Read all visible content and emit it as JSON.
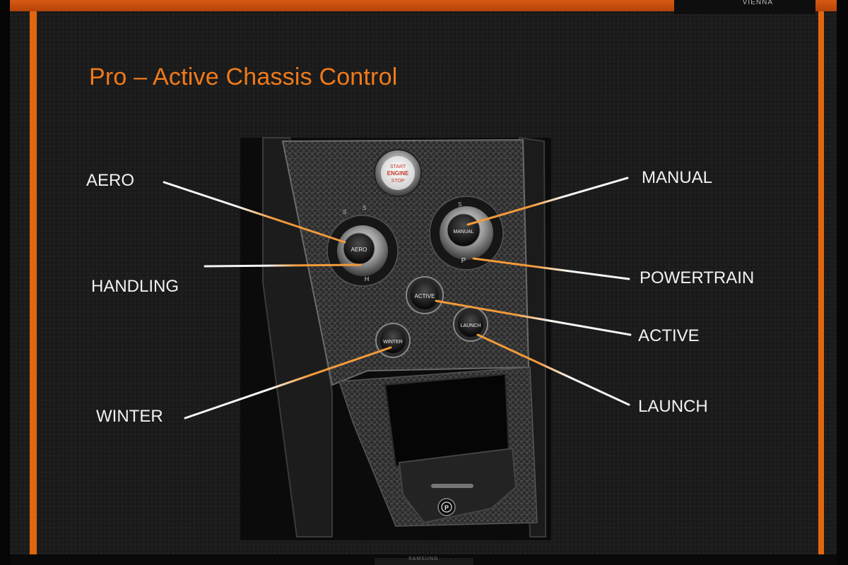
{
  "slide": {
    "title": "Pro – Active Chassis Control",
    "brand_label": "VIENNA"
  },
  "console": {
    "start_button_lines": [
      "START",
      "ENGINE",
      "STOP"
    ],
    "knob_left_label": "AERO",
    "knob_left_bottom": "H",
    "knob_right_label": "MANUAL",
    "knob_right_bottom": "P",
    "active_button": "ACTIVE",
    "winter_button": "WINTER",
    "launch_button": "LAUNCH",
    "handbrake_icon": "parking-brake-icon"
  },
  "callouts": {
    "aero": "AERO",
    "handling": "HANDLING",
    "winter": "WINTER",
    "manual": "MANUAL",
    "powertrain": "POWERTRAIN",
    "active": "ACTIVE",
    "launch": "LAUNCH"
  },
  "monitor": {
    "stand_label": "SAMSUNG"
  },
  "colors": {
    "accent_orange": "#f07a1a",
    "callout_line_white": "#f5f5f5",
    "callout_line_orange": "#f39a3a",
    "slide_background": "#1a1a1a"
  }
}
